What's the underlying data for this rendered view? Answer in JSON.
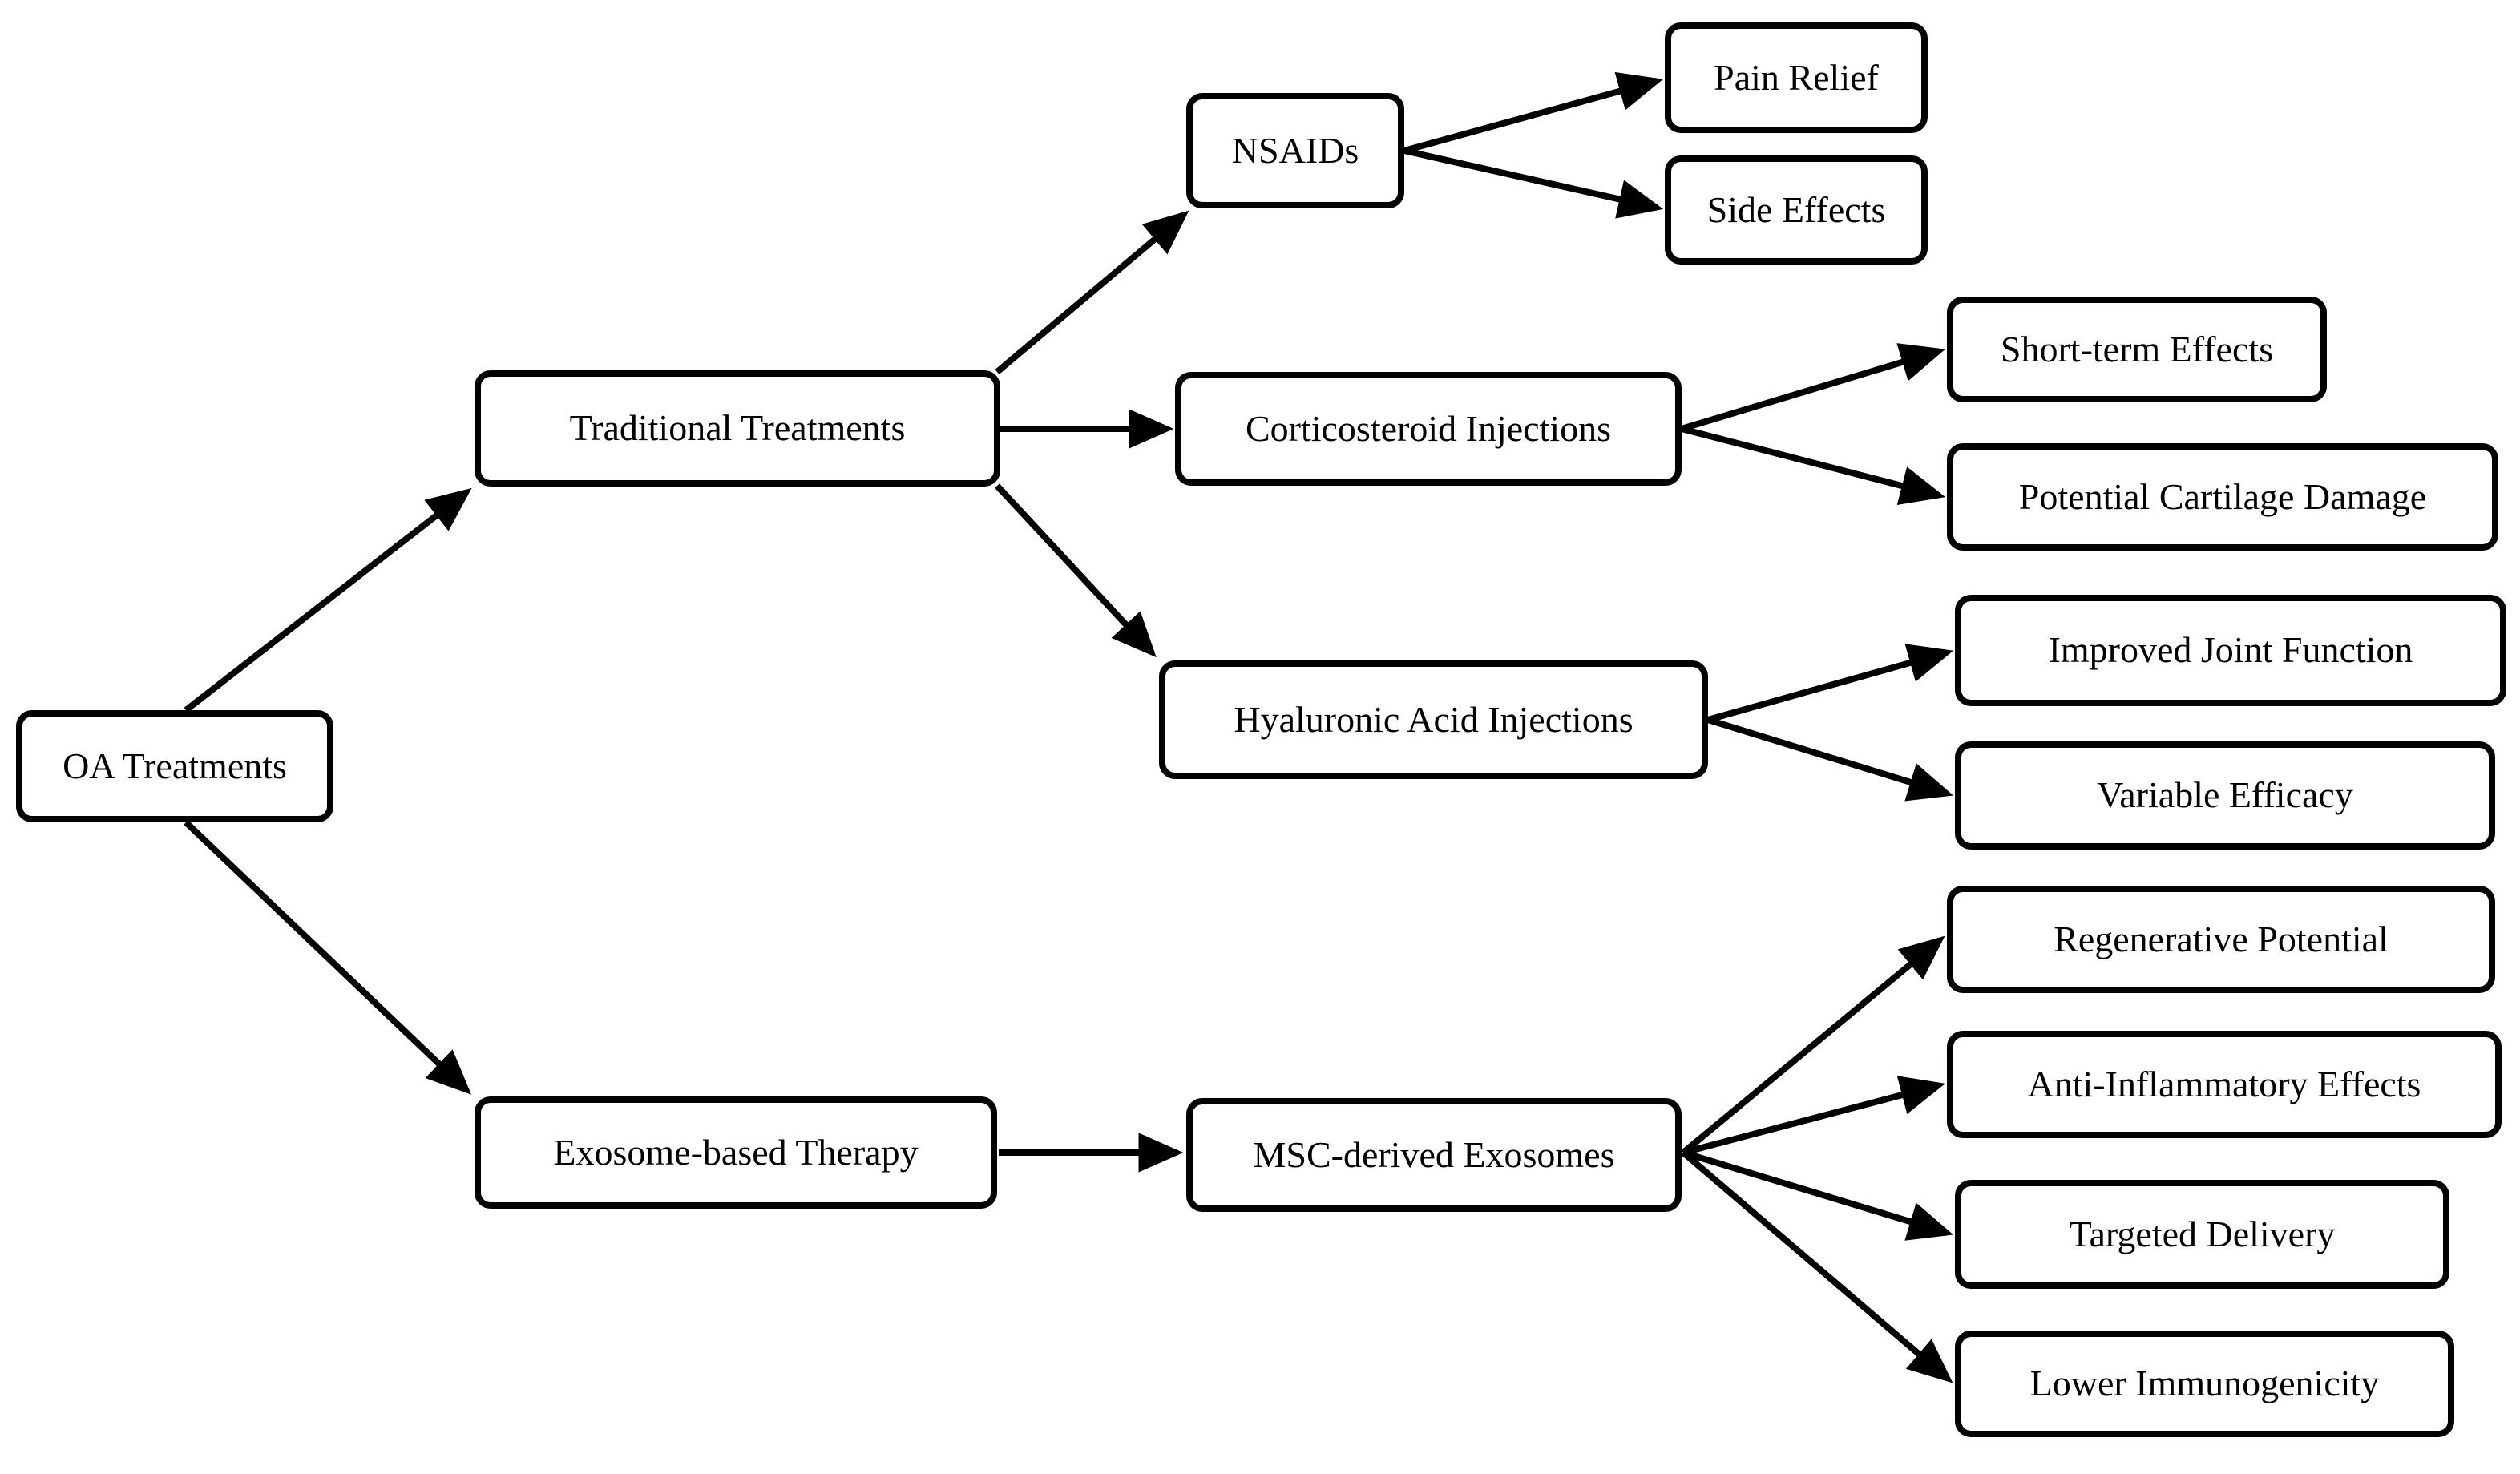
{
  "diagram": {
    "type": "flowchart",
    "direction": "left-to-right",
    "colors": {
      "background": "#ffffff",
      "box_fill": "#ffffff",
      "box_border": "#000000",
      "arrow": "#000000",
      "text": "#000000"
    },
    "nodes": {
      "oa_treatments": {
        "label": "OA Treatments"
      },
      "traditional_treatments": {
        "label": "Traditional Treatments"
      },
      "exosome_based_therapy": {
        "label": "Exosome-based Therapy"
      },
      "nsaids": {
        "label": "NSAIDs"
      },
      "corticosteroid_injections": {
        "label": "Corticosteroid Injections"
      },
      "hyaluronic_acid_injections": {
        "label": "Hyaluronic Acid Injections"
      },
      "msc_derived_exosomes": {
        "label": "MSC-derived Exosomes"
      },
      "pain_relief": {
        "label": "Pain Relief"
      },
      "side_effects": {
        "label": "Side Effects"
      },
      "short_term_effects": {
        "label": "Short-term Effects"
      },
      "potential_cartilage_damage": {
        "label": "Potential Cartilage Damage"
      },
      "improved_joint_function": {
        "label": "Improved Joint Function"
      },
      "variable_efficacy": {
        "label": "Variable Efficacy"
      },
      "regenerative_potential": {
        "label": "Regenerative Potential"
      },
      "anti_inflammatory_effects": {
        "label": "Anti-Inflammatory Effects"
      },
      "targeted_delivery": {
        "label": "Targeted Delivery"
      },
      "lower_immunogenicity": {
        "label": "Lower Immunogenicity"
      }
    },
    "edges": [
      {
        "from": "oa_treatments",
        "to": "traditional_treatments"
      },
      {
        "from": "oa_treatments",
        "to": "exosome_based_therapy"
      },
      {
        "from": "traditional_treatments",
        "to": "nsaids"
      },
      {
        "from": "traditional_treatments",
        "to": "corticosteroid_injections"
      },
      {
        "from": "traditional_treatments",
        "to": "hyaluronic_acid_injections"
      },
      {
        "from": "nsaids",
        "to": "pain_relief"
      },
      {
        "from": "nsaids",
        "to": "side_effects"
      },
      {
        "from": "corticosteroid_injections",
        "to": "short_term_effects"
      },
      {
        "from": "corticosteroid_injections",
        "to": "potential_cartilage_damage"
      },
      {
        "from": "hyaluronic_acid_injections",
        "to": "improved_joint_function"
      },
      {
        "from": "hyaluronic_acid_injections",
        "to": "variable_efficacy"
      },
      {
        "from": "exosome_based_therapy",
        "to": "msc_derived_exosomes"
      },
      {
        "from": "msc_derived_exosomes",
        "to": "regenerative_potential"
      },
      {
        "from": "msc_derived_exosomes",
        "to": "anti_inflammatory_effects"
      },
      {
        "from": "msc_derived_exosomes",
        "to": "targeted_delivery"
      },
      {
        "from": "msc_derived_exosomes",
        "to": "lower_immunogenicity"
      }
    ]
  }
}
